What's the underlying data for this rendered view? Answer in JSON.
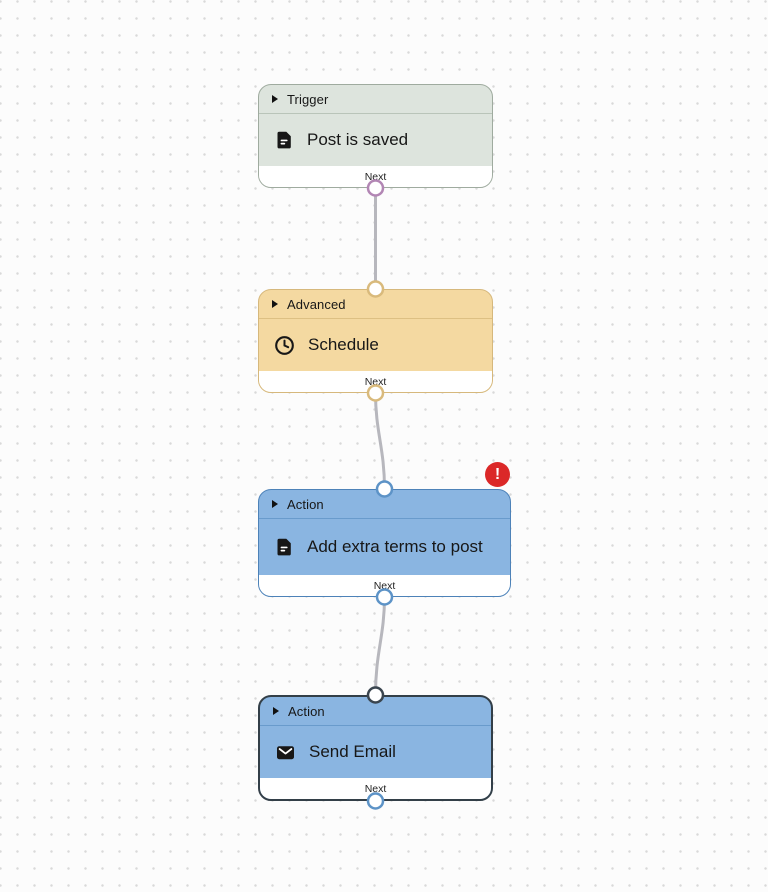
{
  "canvas": {
    "background_color": "#fcfcfc",
    "dot_color": "#d9d9d9"
  },
  "nodes": [
    {
      "category": "Trigger",
      "title": "Post is saved",
      "footer_label": "Next",
      "icon": "document-icon",
      "bg_color": "#dde4dd",
      "border_color": "#9fab9f",
      "port_color": "#b286b4",
      "has_input_port": false,
      "has_output_port": true
    },
    {
      "category": "Advanced",
      "title": "Schedule",
      "footer_label": "Next",
      "icon": "clock-icon",
      "bg_color": "#f4d9a1",
      "border_color": "#d6b87c",
      "port_color": "#d9ba7c",
      "has_input_port": true,
      "has_output_port": true
    },
    {
      "category": "Action",
      "title": "Add extra terms to post",
      "footer_label": "Next",
      "icon": "document-icon",
      "bg_color": "#8ab5e1",
      "border_color": "#4d82b8",
      "port_color": "#5d93c7",
      "has_error": true,
      "has_input_port": true,
      "has_output_port": true
    },
    {
      "category": "Action",
      "title": "Send Email",
      "footer_label": "Next",
      "icon": "email-icon",
      "bg_color": "#8ab5e1",
      "border_color": "#333f48",
      "port_color": "#5d93c7",
      "selected": true,
      "has_input_port": true,
      "has_output_port": true
    }
  ],
  "error_badge": {
    "symbol": "!",
    "color": "#db2828"
  },
  "colors": {
    "edge_gray": "#b7b7bd",
    "selected_border": "#333f48",
    "error_red": "#db2828",
    "trigger_port": "#b286b4",
    "advanced_port": "#d9ba7c",
    "action_port": "#5d93c7"
  }
}
